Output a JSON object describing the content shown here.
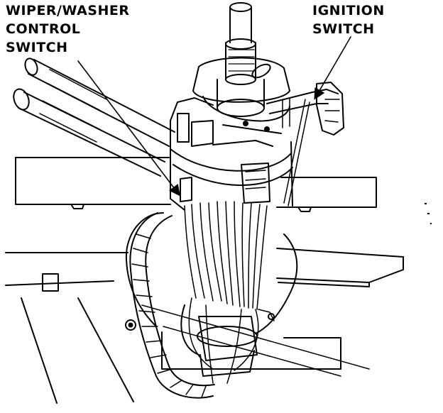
{
  "labels": {
    "wiper_washer": [
      "WIPER/WASHER",
      "CONTROL",
      "SWITCH"
    ],
    "ignition": [
      "IGNITION",
      "SWITCH"
    ]
  },
  "colors": {
    "ink": "#000000",
    "paper": "#ffffff"
  }
}
